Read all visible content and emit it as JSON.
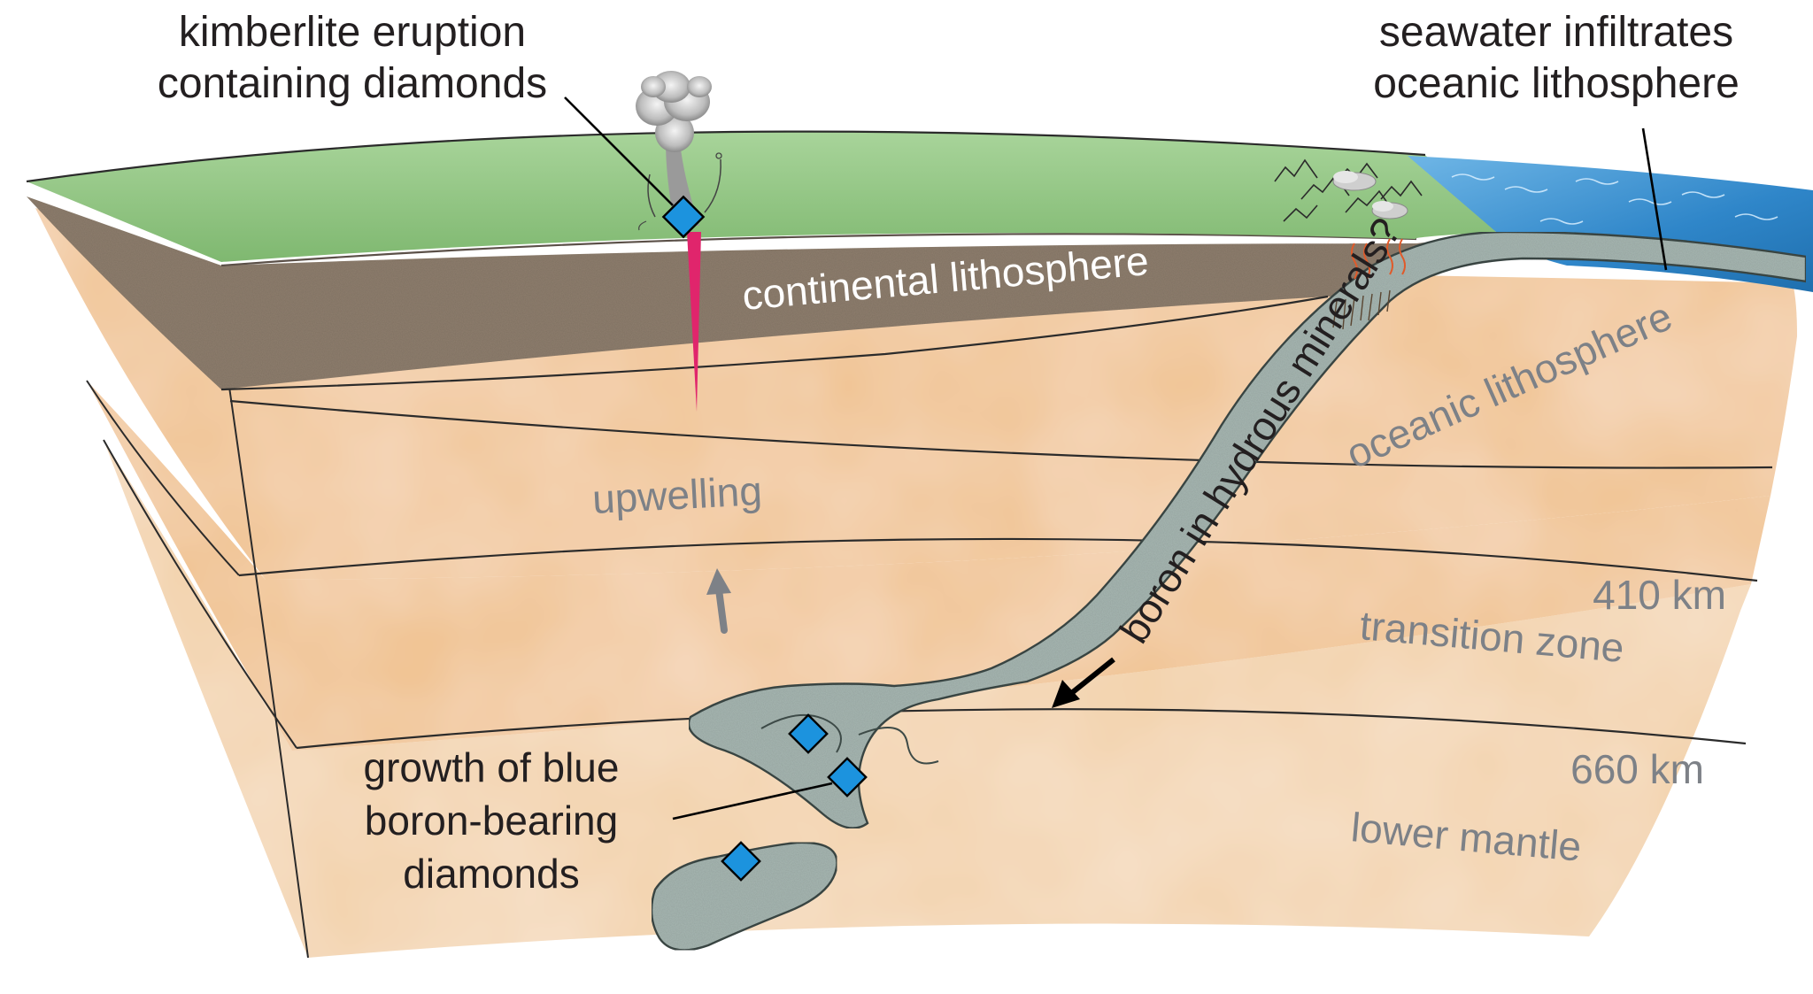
{
  "colors": {
    "surface_green": "#8cc07c",
    "continental_brown": "#8f7f6e",
    "upper_mantle": "#f1c595",
    "lower_mantle": "#f3d3ad",
    "slab": "#a7b7b2",
    "ocean": "#2f86c9",
    "diamond": "#1c93de",
    "magma": "#e0256c",
    "label_gray": "#7d8187",
    "label_dark": "#231f20"
  },
  "labels": {
    "kimberlite_line1": "kimberlite eruption",
    "kimberlite_line2": "containing diamonds",
    "seawater_line1": "seawater infiltrates",
    "seawater_line2": "oceanic lithosphere",
    "continental": "continental lithosphere",
    "oceanic": "oceanic lithosphere",
    "boron": "boron in hydrous minerals?",
    "upwelling": "upwelling",
    "km410": "410 km",
    "transition": "transition zone",
    "km660": "660 km",
    "lower_mantle": "lower mantle",
    "growth_line1": "growth of blue",
    "growth_line2": "boron-bearing",
    "growth_line3": "diamonds"
  },
  "icons": [
    "diamond-icon",
    "eruption-plume-icon",
    "upwelling-arrow-icon",
    "subduction-arrow-icon",
    "mountain-icon",
    "ocean-wave-icon"
  ]
}
